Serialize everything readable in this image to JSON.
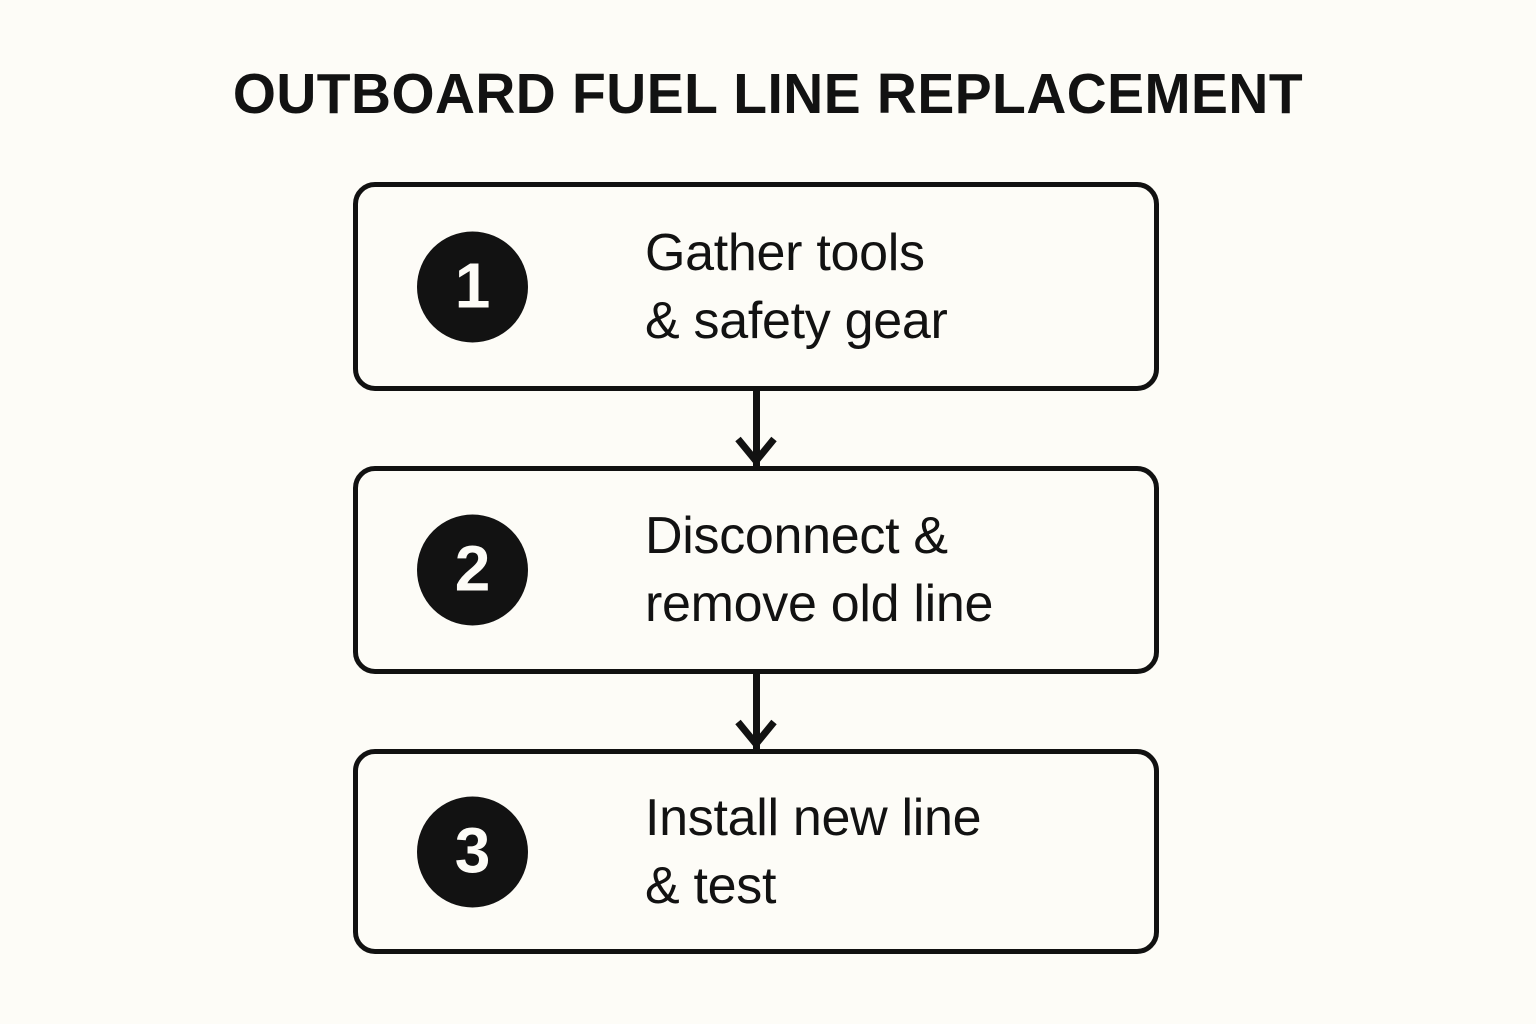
{
  "diagram": {
    "title": "OUTBOARD FUEL LINE REPLACEMENT",
    "background_color": "#fdfcf7",
    "ink_color": "#121212",
    "orientation": "vertical",
    "steps": [
      {
        "number": "1",
        "line1": "Gather tools",
        "line2": "& safety gear"
      },
      {
        "number": "2",
        "line1": "Disconnect &",
        "line2": "remove old line"
      },
      {
        "number": "3",
        "line1": "Install new line",
        "line2": "& test"
      }
    ],
    "connectors": [
      {
        "icon": "arrow-down-icon"
      },
      {
        "icon": "arrow-down-icon"
      }
    ]
  }
}
